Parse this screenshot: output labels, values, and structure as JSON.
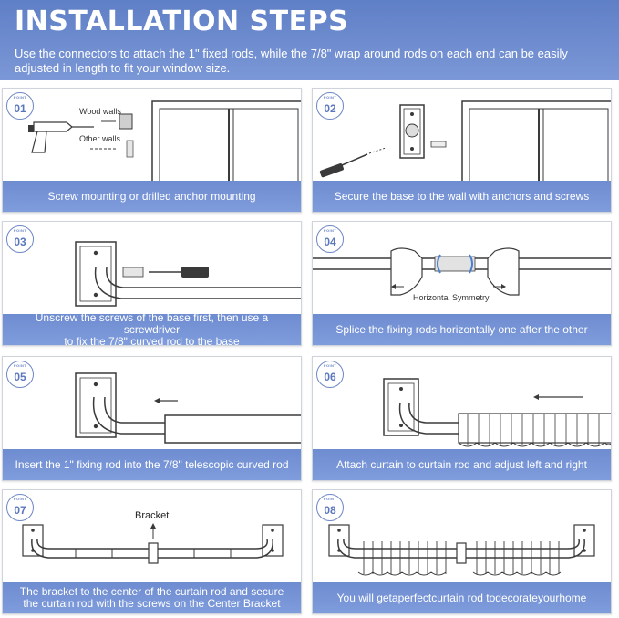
{
  "header": {
    "title": "INSTALLATION STEPS",
    "description": "Use the connectors to attach the 1\" fixed rods, while the 7/8\" wrap around rods on each end can be easily adjusted in length to fit your window size."
  },
  "badge_word": "POINT",
  "steps": [
    {
      "number": "01",
      "caption": "Screw mounting or drilled anchor mounting",
      "labels": {
        "wood": "Wood walls",
        "other": "Other walls"
      }
    },
    {
      "number": "02",
      "caption": "Secure the base to the wall with anchors and screws"
    },
    {
      "number": "03",
      "caption_line1": "Unscrew the screws of the base first, then use a screwdriver",
      "caption_line2": "to fix the 7/8\" curved rod to the base"
    },
    {
      "number": "04",
      "caption": "Splice the fixing rods horizontally one after the other",
      "labels": {
        "symmetry": "Horizontal Symmetry"
      }
    },
    {
      "number": "05",
      "caption": "Insert the 1\" fixing rod into the 7/8\" telescopic curved rod"
    },
    {
      "number": "06",
      "caption": "Attach curtain to curtain rod and adjust left and right"
    },
    {
      "number": "07",
      "caption_line1": "The bracket to the center of the curtain rod and secure",
      "caption_line2": "the curtain rod with the screws on the Center Bracket",
      "labels": {
        "bracket": "Bracket"
      }
    },
    {
      "number": "08",
      "caption": "You will getaperfectcurtain rod todecorateyourhome"
    }
  ],
  "colors": {
    "accent": "#6e8cd0",
    "header": "#6a88cc",
    "line": "#3a3a3a"
  }
}
